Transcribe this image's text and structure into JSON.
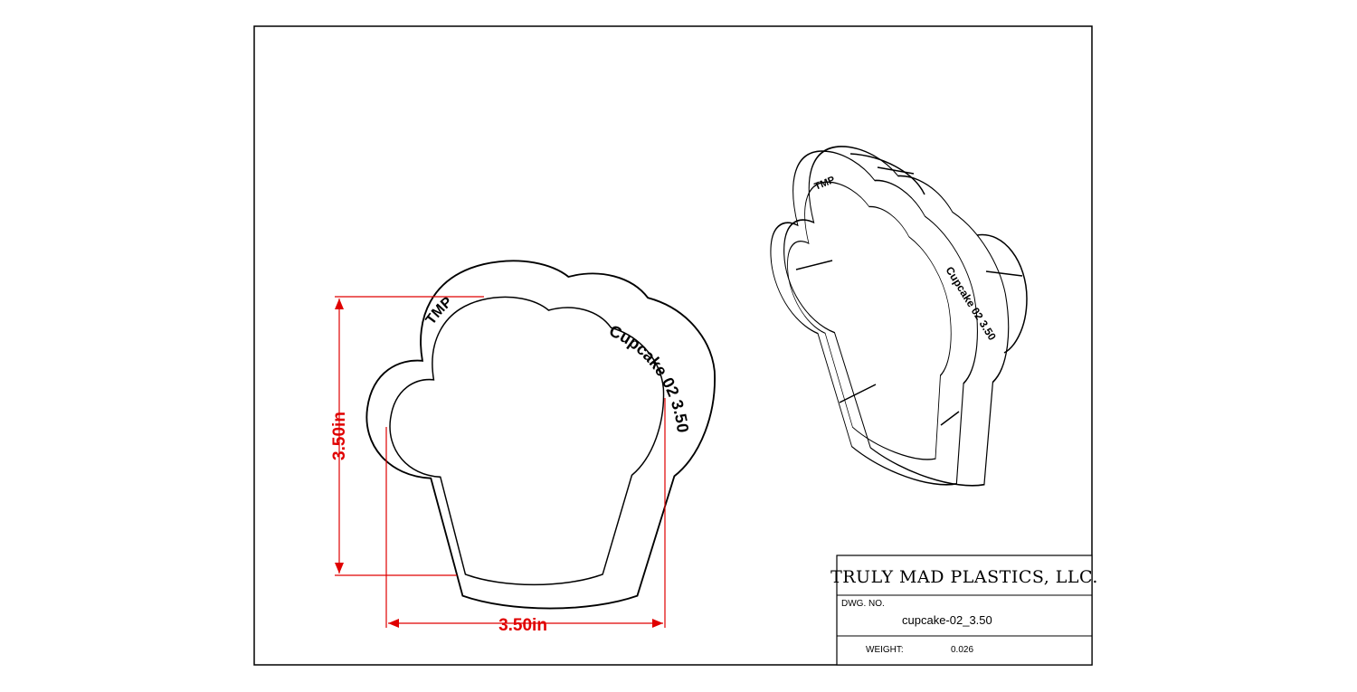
{
  "dimensions": {
    "height_label": "3.50in",
    "width_label": "3.50in"
  },
  "embossing": {
    "brand": "TMP",
    "name": "Cupcake 02",
    "size": "3.50"
  },
  "title_block": {
    "company": "TRULY MAD PLASTICS, LLC.",
    "dwg_no_label": "DWG.  NO.",
    "dwg_no_value": "cupcake-02_3.50",
    "weight_label": "WEIGHT:",
    "weight_value": "0.026"
  },
  "colors": {
    "dimension": "#e00000",
    "line": "#000000"
  }
}
